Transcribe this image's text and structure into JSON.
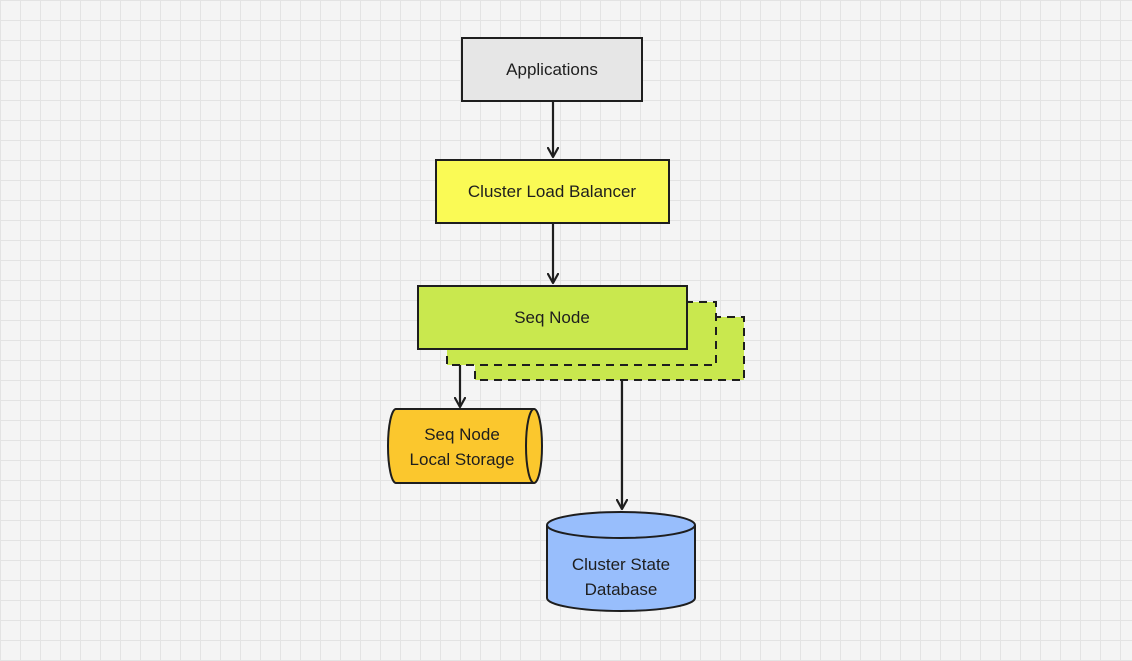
{
  "nodes": {
    "applications": {
      "label": "Applications",
      "fill": "#e6e6e6"
    },
    "load_balancer": {
      "label": "Cluster Load Balancer",
      "fill": "#fafa55"
    },
    "seq_node": {
      "label": "Seq Node",
      "fill": "#c9e84e"
    },
    "local_storage": {
      "line1": "Seq Node",
      "line2": "Local Storage",
      "fill": "#fbc72d"
    },
    "state_db": {
      "line1": "Cluster State",
      "line2": "Database",
      "fill": "#98befc"
    }
  },
  "colors": {
    "stroke": "#1e1e1e",
    "grid": "#e3e3e3",
    "background": "#f4f4f4"
  }
}
